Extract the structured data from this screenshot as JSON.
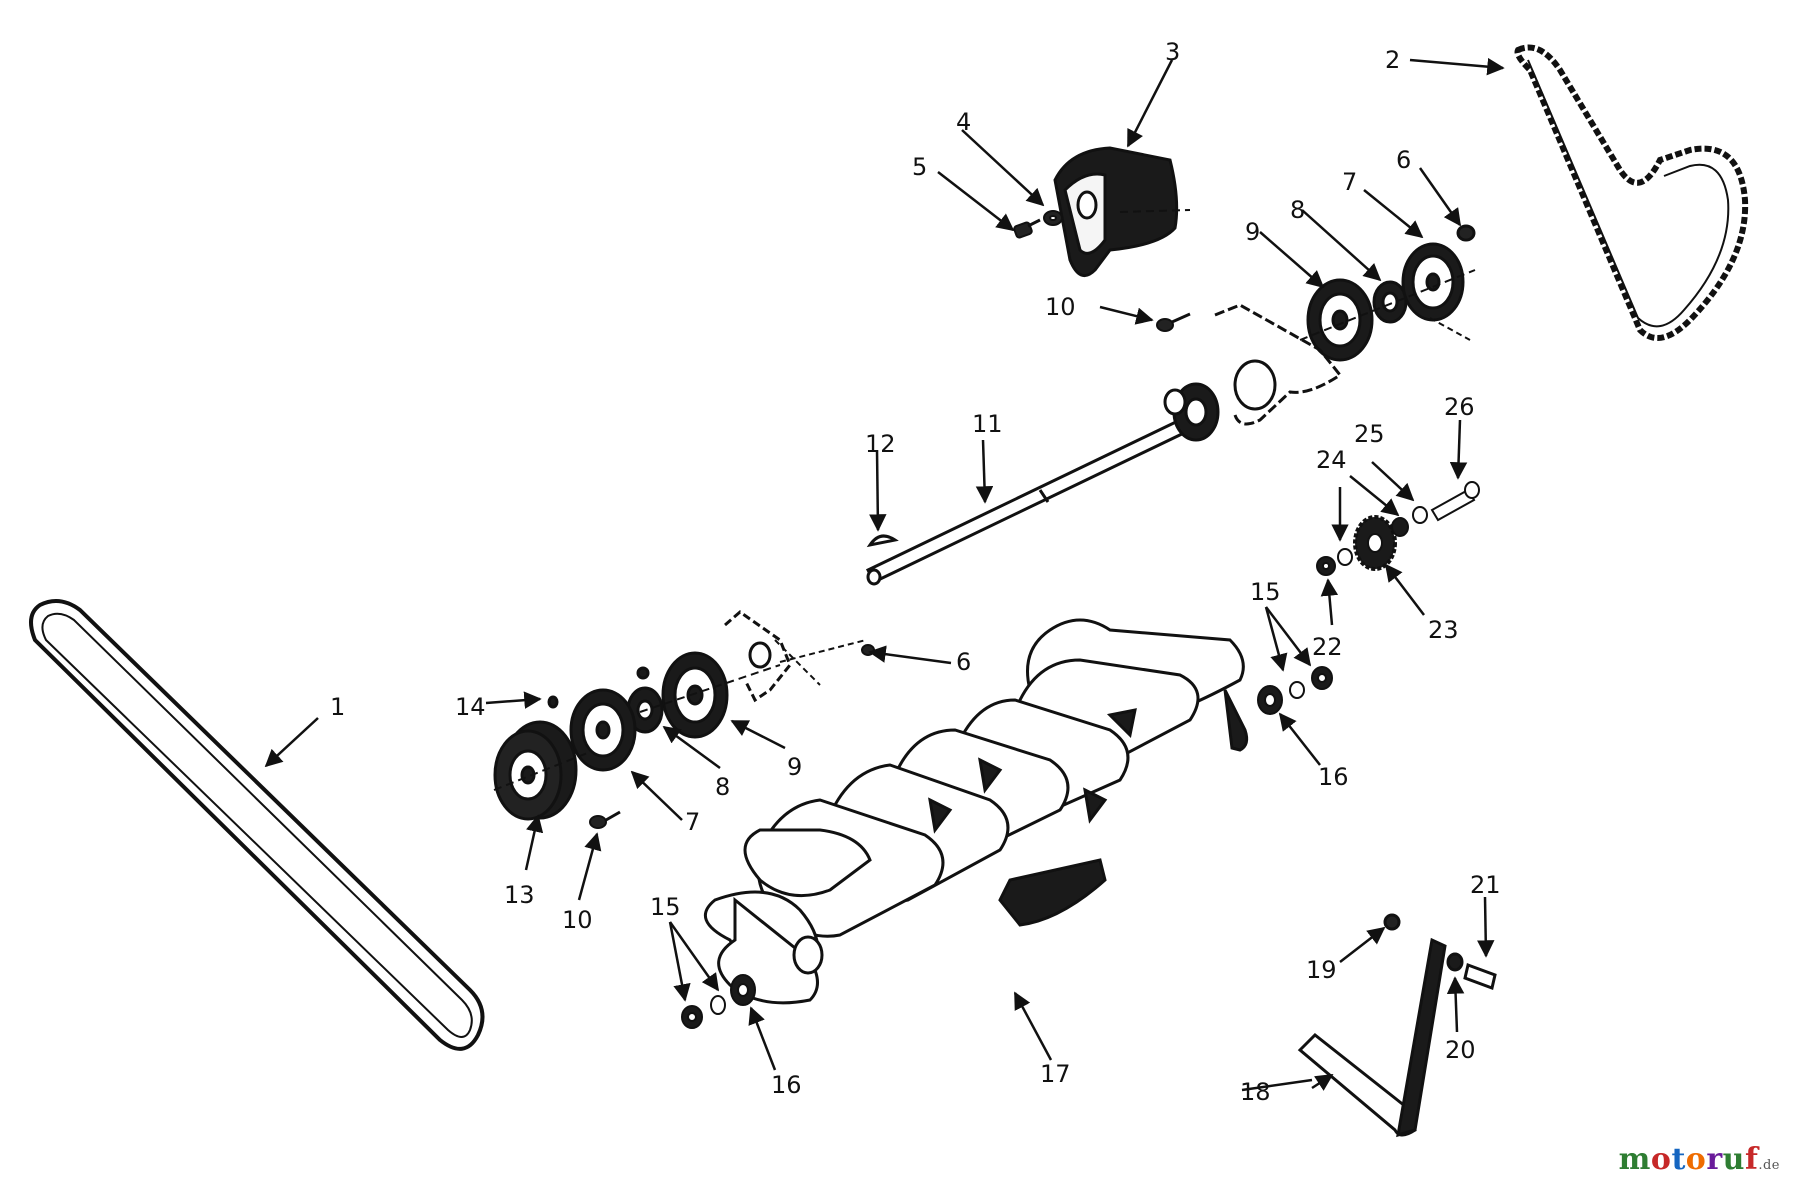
{
  "callouts": {
    "c1": "1",
    "c2": "2",
    "c3": "3",
    "c4": "4",
    "c5": "5",
    "c6a": "6",
    "c6b": "6",
    "c7a": "7",
    "c7b": "7",
    "c8a": "8",
    "c8b": "8",
    "c9a": "9",
    "c9b": "9",
    "c10a": "10",
    "c10b": "10",
    "c11": "11",
    "c12": "12",
    "c13": "13",
    "c14": "14",
    "c15a": "15",
    "c15b": "15",
    "c16a": "16",
    "c16b": "16",
    "c17": "17",
    "c18": "18",
    "c19": "19",
    "c20": "20",
    "c21": "21",
    "c22": "22",
    "c23": "23",
    "c24": "24",
    "c25": "25",
    "c26": "26"
  },
  "watermark": {
    "text_letters": [
      "m",
      "o",
      "t",
      "o",
      "r",
      "u",
      "f"
    ],
    "letter_colors": [
      "#2e7d32",
      "#c62828",
      "#1565c0",
      "#ef6c00",
      "#6a1b9a",
      "#2e7d32",
      "#c62828"
    ],
    "suffix": ".de"
  }
}
